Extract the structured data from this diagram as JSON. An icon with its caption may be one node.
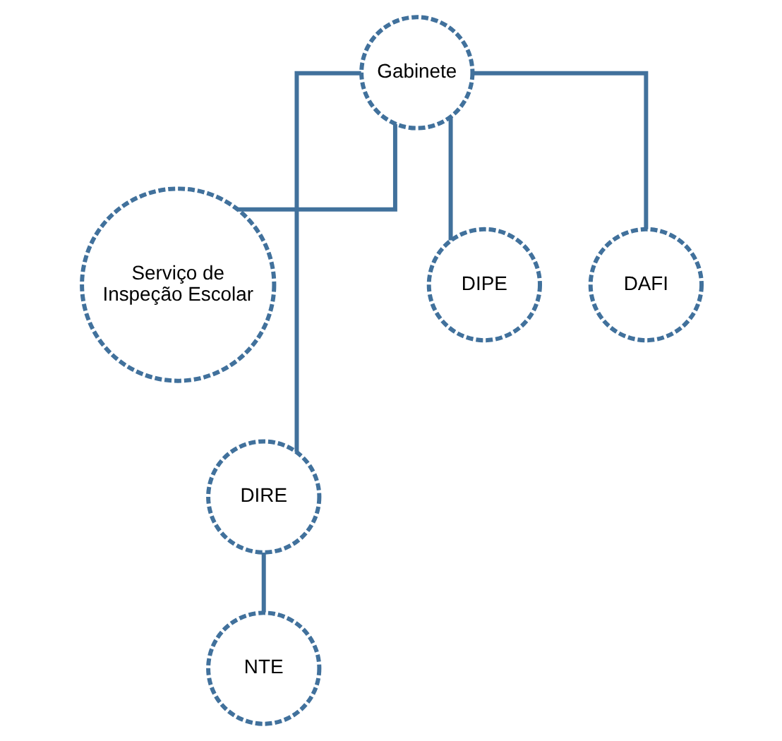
{
  "diagram": {
    "nodes": [
      {
        "text": [
          "Gabinete"
        ]
      },
      {
        "text": [
          "Serviço de Inspeção Escolar"
        ]
      },
      {
        "text": [
          "DIRE"
        ]
      },
      {
        "text": [
          "DIPE"
        ]
      },
      {
        "text": [
          "DAFI"
        ]
      },
      {
        "text": [
          "NTE"
        ]
      }
    ],
    "edges": [
      {
        "from": 0,
        "to": 1,
        "arrow": "none"
      },
      {
        "from": 0,
        "to": 2,
        "arrow": "none"
      },
      {
        "from": 0,
        "to": 3,
        "arrow": "none"
      },
      {
        "from": 0,
        "to": 4,
        "arrow": "none"
      },
      {
        "from": 2,
        "to": 5,
        "arrow": "none"
      }
    ]
  }
}
